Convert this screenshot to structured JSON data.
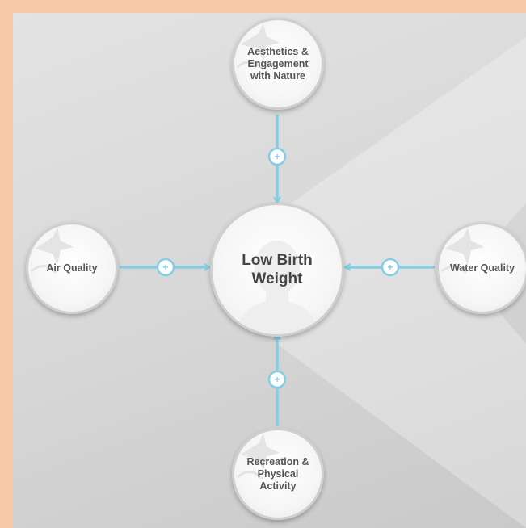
{
  "center": {
    "label": "Low Birth\nWeight"
  },
  "factors": [
    {
      "id": "top",
      "label": "Aesthetics &\nEngagement\nwith Nature",
      "effect": "+"
    },
    {
      "id": "left",
      "label": "Air Quality",
      "effect": "+"
    },
    {
      "id": "right",
      "label": "Water Quality",
      "effect": "+"
    },
    {
      "id": "bottom",
      "label": "Recreation &\nPhysical\nActivity",
      "effect": "+"
    }
  ],
  "colors": {
    "page_border": "#f7c9a8",
    "arrow": "#86cde3",
    "label_text": "#555555"
  }
}
